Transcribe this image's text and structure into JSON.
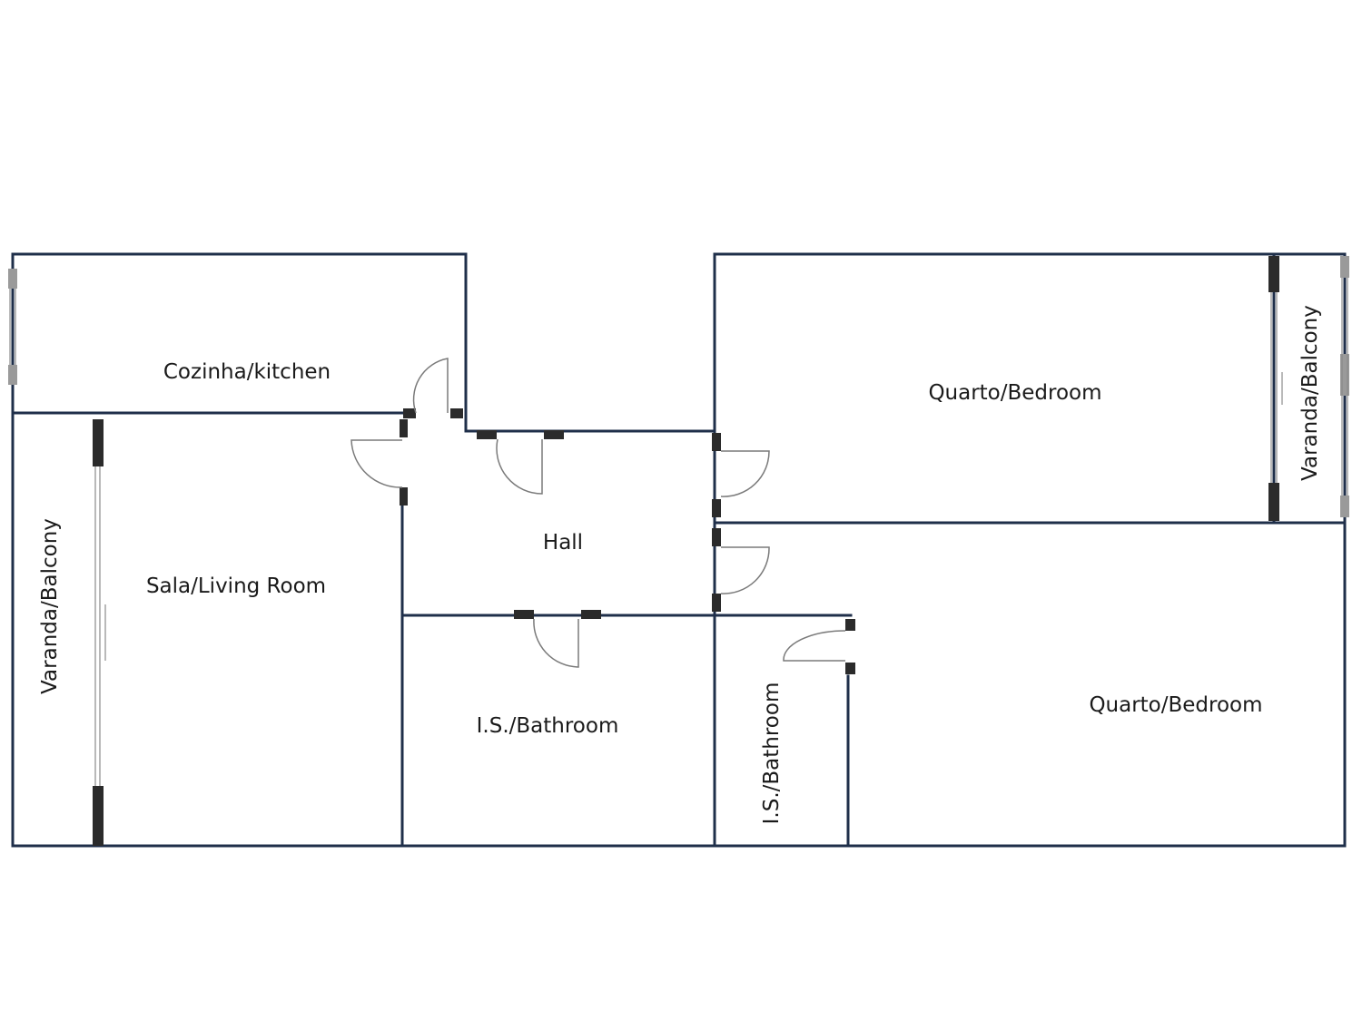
{
  "rooms": {
    "kitchen": "Cozinha/kitchen",
    "living_room": "Sala/Living Room",
    "balcony_left": "Varanda/Balcony",
    "hall": "Hall",
    "bathroom_1": "I.S./Bathroom",
    "bathroom_2": "I.S./Bathroom",
    "bedroom_1": "Quarto/Bedroom",
    "bedroom_2": "Quarto/Bedroom",
    "balcony_right": "Varanda/Balcony"
  },
  "colors": {
    "wall": "#1f2f4a",
    "jamb": "#2b2b2b",
    "door_swing": "#7a7a7a",
    "background": "#ffffff"
  }
}
